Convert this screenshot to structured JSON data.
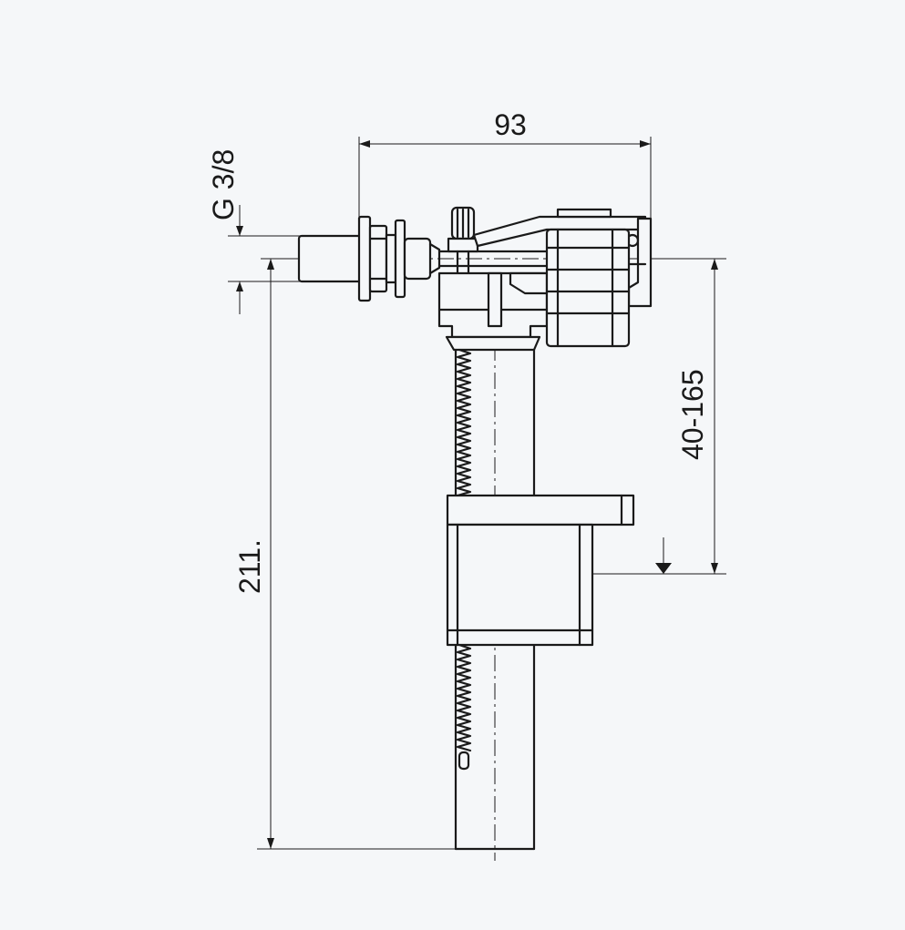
{
  "drawing": {
    "subject": "fill-valve-side-view",
    "dimensions": {
      "width": "93",
      "thread": "G 3/8",
      "height": "211.",
      "float_range": "40-165"
    },
    "colors": {
      "background": "#f5f7f9",
      "line": "#1a1a1a"
    }
  }
}
